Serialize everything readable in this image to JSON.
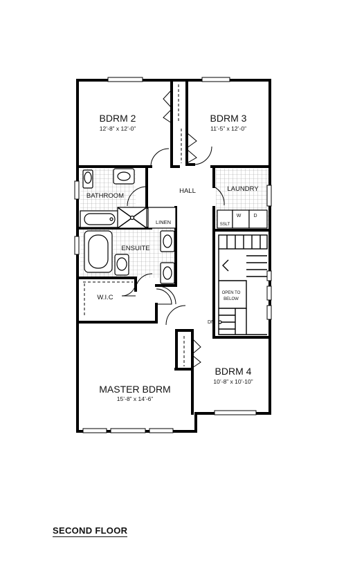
{
  "floor_title": "SECOND FLOOR",
  "rooms": {
    "bdrm2": {
      "name": "BDRM 2",
      "dims": "12’-8” x 12’-0”"
    },
    "bdrm3": {
      "name": "BDRM 3",
      "dims": "11’-5” x 12’-0”"
    },
    "hall": {
      "name": "HALL"
    },
    "laundry": {
      "name": "LAUNDRY"
    },
    "bathroom": {
      "name": "BATHROOM"
    },
    "linen": {
      "name": "LINEN"
    },
    "ensuite": {
      "name": "ENSUITE"
    },
    "wic": {
      "name": "W.I.C"
    },
    "master": {
      "name": "MASTER BDRM",
      "dims": "15’-8” x 14’-6”"
    },
    "bdrm4": {
      "name": "BDRM 4",
      "dims": "10’-8” x 10’-10”"
    }
  },
  "labels": {
    "open_line1": "OPEN TO",
    "open_line2": "BELOW",
    "dn": "DN",
    "sslt": "SSLT",
    "washer": "W",
    "dryer": "D"
  }
}
